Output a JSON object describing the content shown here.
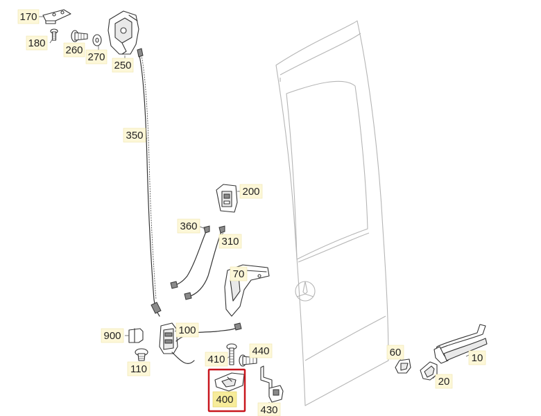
{
  "diagram": {
    "selected_part": "400",
    "highlight_color": "#c8161d",
    "label_background": "#fdf7d8",
    "parts": [
      {
        "id": "170",
        "label": "170"
      },
      {
        "id": "180",
        "label": "180"
      },
      {
        "id": "260",
        "label": "260"
      },
      {
        "id": "270",
        "label": "270"
      },
      {
        "id": "250",
        "label": "250"
      },
      {
        "id": "350",
        "label": "350"
      },
      {
        "id": "200",
        "label": "200"
      },
      {
        "id": "360",
        "label": "360"
      },
      {
        "id": "310",
        "label": "310"
      },
      {
        "id": "70",
        "label": "70"
      },
      {
        "id": "900",
        "label": "900"
      },
      {
        "id": "100",
        "label": "100"
      },
      {
        "id": "110",
        "label": "110"
      },
      {
        "id": "410",
        "label": "410"
      },
      {
        "id": "440",
        "label": "440"
      },
      {
        "id": "400",
        "label": "400"
      },
      {
        "id": "430",
        "label": "430"
      },
      {
        "id": "60",
        "label": "60"
      },
      {
        "id": "20",
        "label": "20"
      },
      {
        "id": "10",
        "label": "10"
      }
    ]
  }
}
